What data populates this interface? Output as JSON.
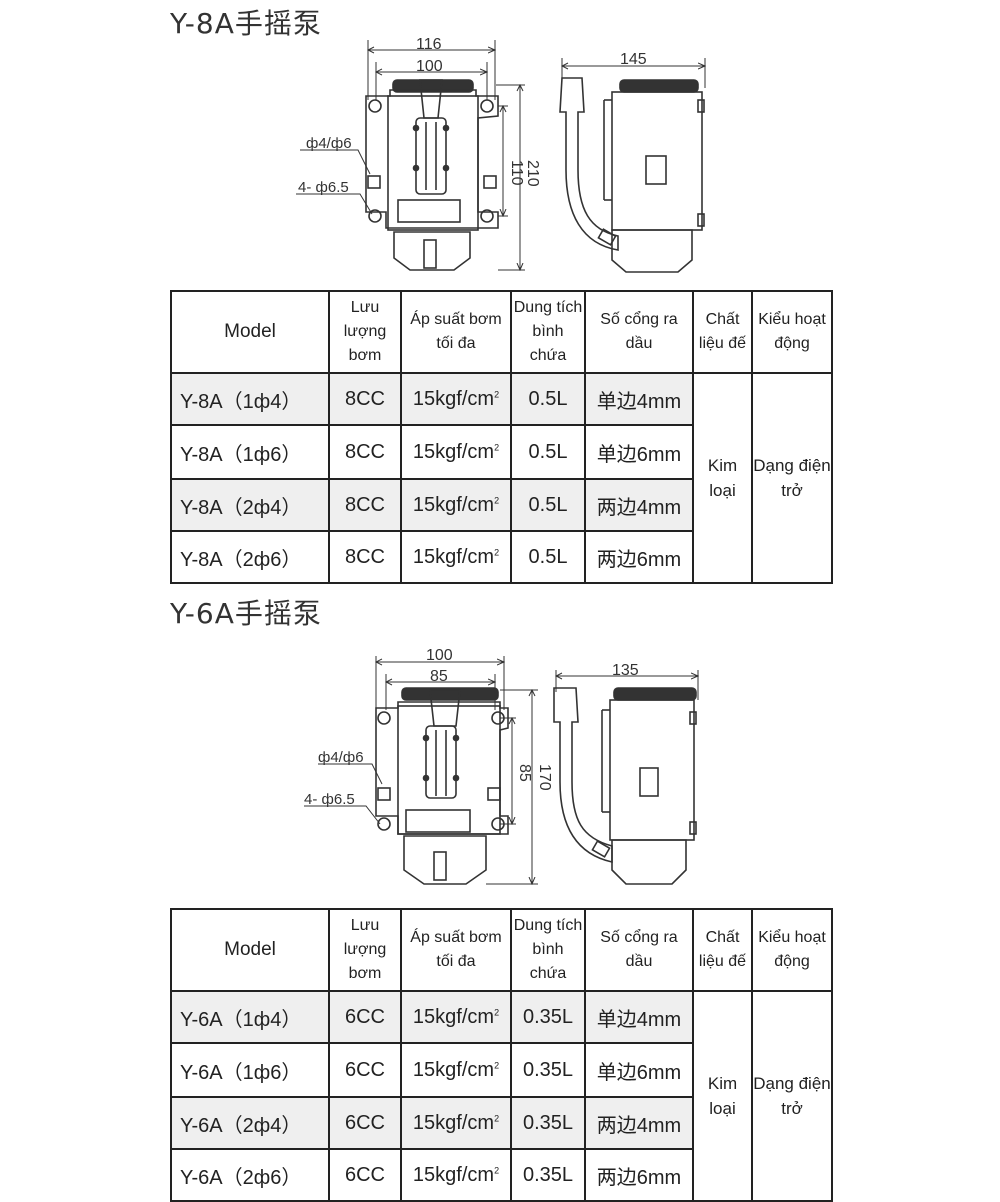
{
  "section1": {
    "title": "Y-8A手摇泵",
    "dims": {
      "w116": "116",
      "w100": "100",
      "h210": "210",
      "h110": "110",
      "side145": "145",
      "phi": "ф4/ф6",
      "holes": "4- ф6.5"
    },
    "headers": [
      "Model",
      "Lưu lượng bơm",
      "Áp suất bơm tối đa",
      "Dung tích bình chứa",
      "Số cổng ra dầu",
      "Chất liệu đế",
      "Kiểu hoạt động"
    ],
    "rows": [
      {
        "model": "Y-8A（1ф4）",
        "flow": "8CC",
        "pressure": "15kgf/cm",
        "volume": "0.5L",
        "ports": "单边4mm"
      },
      {
        "model": "Y-8A（1ф6）",
        "flow": "8CC",
        "pressure": "15kgf/cm",
        "volume": "0.5L",
        "ports": "单边6mm"
      },
      {
        "model": "Y-8A（2ф4）",
        "flow": "8CC",
        "pressure": "15kgf/cm",
        "volume": "0.5L",
        "ports": "两边4mm"
      },
      {
        "model": "Y-8A（2ф6）",
        "flow": "8CC",
        "pressure": "15kgf/cm",
        "volume": "0.5L",
        "ports": "两边6mm"
      }
    ],
    "material": "Kim loại",
    "operation": "Dạng điện trở"
  },
  "section2": {
    "title": "Y-6A手摇泵",
    "dims": {
      "w100": "100",
      "w85": "85",
      "h170": "170",
      "h85": "85",
      "side135": "135",
      "phi": "ф4/ф6",
      "holes": "4- ф6.5"
    },
    "headers": [
      "Model",
      "Lưu lượng bơm",
      "Áp suất bơm tối đa",
      "Dung tích bình chứa",
      "Số cổng ra dầu",
      "Chất liệu đế",
      "Kiểu hoạt động"
    ],
    "rows": [
      {
        "model": "Y-6A（1ф4）",
        "flow": "6CC",
        "pressure": "15kgf/cm",
        "volume": "0.35L",
        "ports": "单边4mm"
      },
      {
        "model": "Y-6A（1ф6）",
        "flow": "6CC",
        "pressure": "15kgf/cm",
        "volume": "0.35L",
        "ports": "单边6mm"
      },
      {
        "model": "Y-6A（2ф4）",
        "flow": "6CC",
        "pressure": "15kgf/cm",
        "volume": "0.35L",
        "ports": "两边4mm"
      },
      {
        "model": "Y-6A（2ф6）",
        "flow": "6CC",
        "pressure": "15kgf/cm",
        "volume": "0.35L",
        "ports": "两边6mm"
      }
    ],
    "material": "Kim loại",
    "operation": "Dạng điện trở",
    "superscript": "2"
  }
}
